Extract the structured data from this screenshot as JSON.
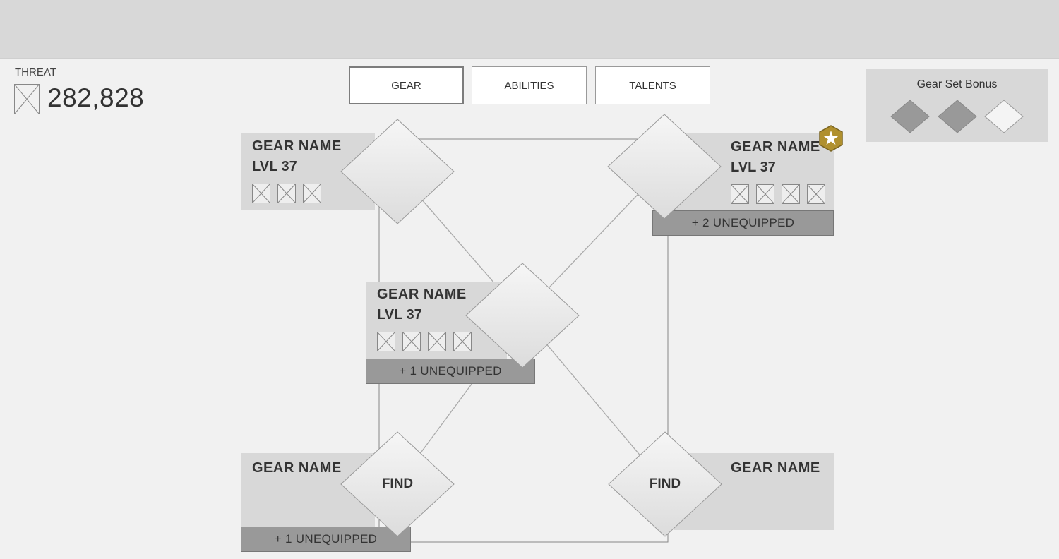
{
  "threat": {
    "label": "THREAT",
    "value": "282,828",
    "icon": "image-placeholder-icon"
  },
  "tabs": [
    {
      "label": "GEAR",
      "active": true
    },
    {
      "label": "ABILITIES",
      "active": false
    },
    {
      "label": "TALENTS",
      "active": false
    }
  ],
  "gear_set_bonus": {
    "title": "Gear Set Bonus",
    "pieces": [
      {
        "filled": true
      },
      {
        "filled": true
      },
      {
        "filled": false
      }
    ]
  },
  "gear_slots": {
    "top_left": {
      "name": "GEAR NAME",
      "level": "LVL 37",
      "socket_count": 3
    },
    "top_right": {
      "name": "GEAR NAME",
      "level": "LVL 37",
      "socket_count": 4,
      "unequipped": "+ 2 UNEQUIPPED",
      "badge": "star-icon"
    },
    "center": {
      "name": "GEAR NAME",
      "level": "LVL 37",
      "socket_count": 4,
      "unequipped": "+ 1 UNEQUIPPED"
    },
    "bottom_left": {
      "name": "GEAR NAME",
      "diamond_label": "FIND",
      "unequipped": "+ 1 UNEQUIPPED"
    },
    "bottom_right": {
      "name": "GEAR NAME",
      "diamond_label": "FIND"
    }
  },
  "colors": {
    "background": "#f1f1f1",
    "panel": "#d8d8d8",
    "unequipped_bar": "#999999",
    "badge_gold": "#b0902e"
  }
}
